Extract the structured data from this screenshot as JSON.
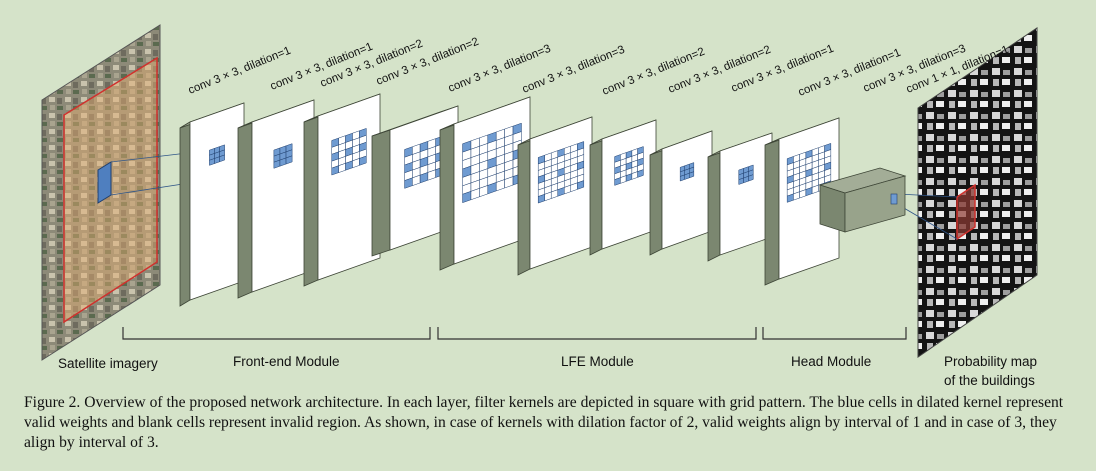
{
  "layer_labels": [
    "conv 3 × 3, dilation=1",
    "conv 3 × 3, dilation=1",
    "conv 3 × 3, dilation=2",
    "conv 3 × 3, dilation=2",
    "conv 3 × 3, dilation=3",
    "conv 3 × 3, dilation=3",
    "conv 3 × 3, dilation=2",
    "conv 3 × 3, dilation=2",
    "conv 3 × 3, dilation=1",
    "conv 3 × 3, dilation=1",
    "conv 3 × 3, dilation=3",
    "conv 1 × 1, dilation=1"
  ],
  "input_label": "Satellite imagery",
  "output_label_line1": "Probability map",
  "output_label_line2": "of the buildings",
  "modules": [
    "Front-end Module",
    "LFE Module",
    "Head Module"
  ],
  "caption": "Figure 2. Overview of the proposed network architecture. In each layer, filter kernels are depicted in square with grid pattern. The blue cells in dilated kernel represent valid weights and blank cells represent invalid region. As shown, in case of kernels with dilation factor of 2, valid weights align by interval of 1 and in case of 3, they align by interval of 3.",
  "colors": {
    "background": "#d5e3c9",
    "slab_face": "#ffffff",
    "slab_side": "#7b8770",
    "kernel_blue": "#6f9bd1",
    "kernel_line": "#1f3f6e",
    "highlight_red": "#c0392b"
  }
}
